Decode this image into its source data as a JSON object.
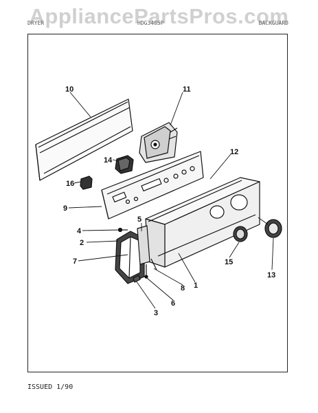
{
  "watermark": "AppliancePartsPros.com",
  "header": {
    "left": "DRYER",
    "middle": "HDG3405P",
    "right": "BACKGUARD"
  },
  "footer": {
    "issued": "ISSUED 1/90"
  },
  "callouts": [
    "1",
    "2",
    "3",
    "4",
    "5",
    "6",
    "7",
    "8",
    "9",
    "10",
    "11",
    "12",
    "13",
    "14",
    "15",
    "16"
  ],
  "colors": {
    "ink": "#111111",
    "panel": "#f2f2f2",
    "paper": "#ffffff"
  }
}
